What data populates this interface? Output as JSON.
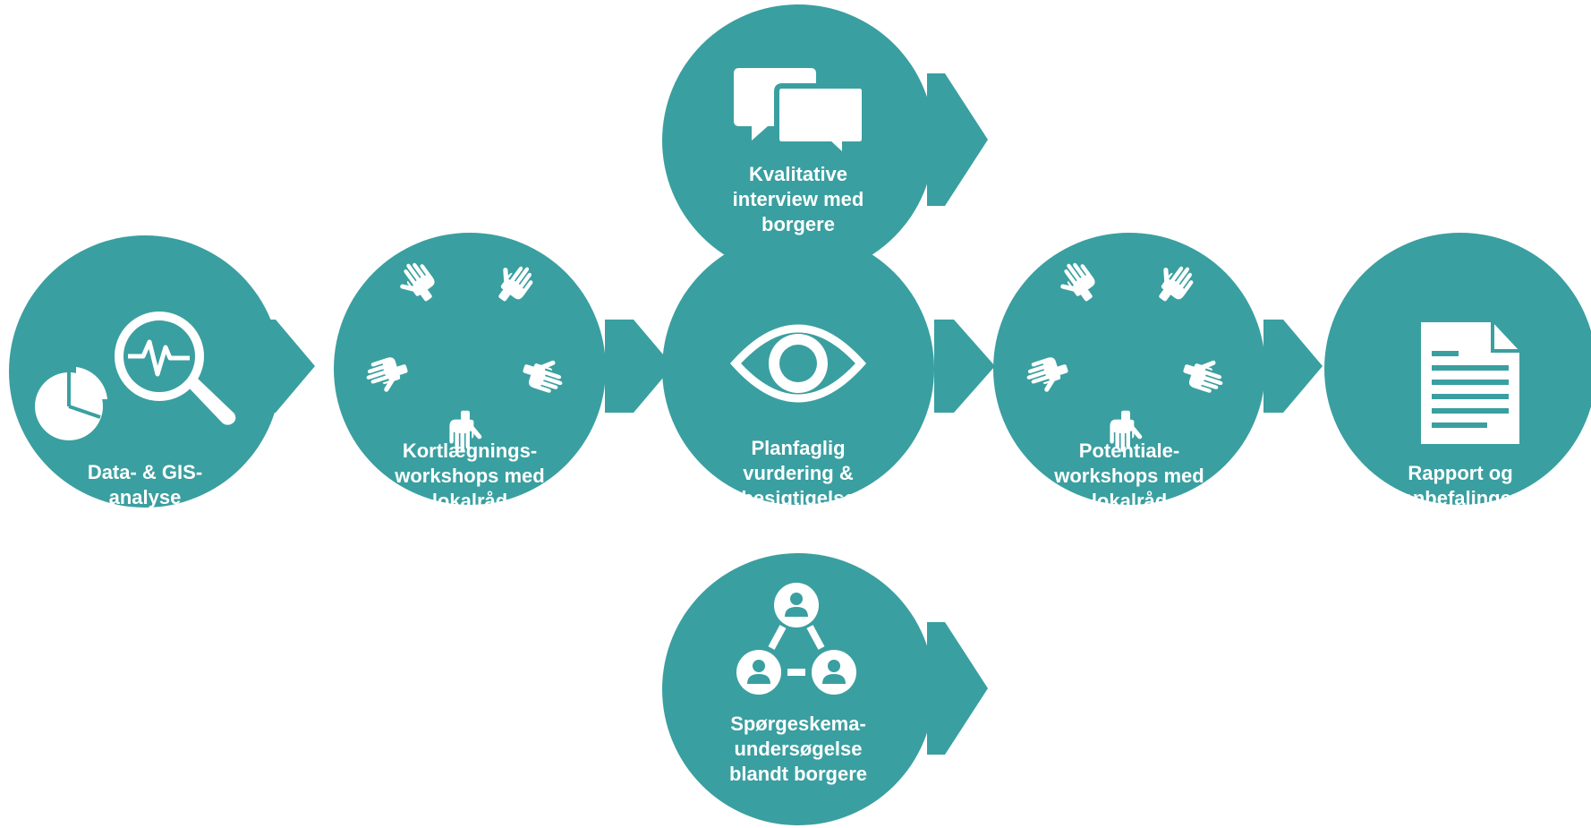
{
  "colors": {
    "node_fill": "#3a9fa0",
    "text": "#ffffff",
    "background": "#ffffff"
  },
  "nodes": {
    "data_gis": {
      "label": "Data- & GIS-\nanalyse",
      "icons": [
        "pie-chart-icon",
        "magnifier-pulse-icon"
      ]
    },
    "kortlaegning": {
      "label": "Kortlægnings-\nworkshops med\nlokalråd",
      "icons": [
        "hands-circle-icon"
      ]
    },
    "kvalitative": {
      "label": "Kvalitative\ninterview med\nborgere",
      "icons": [
        "speech-bubbles-icon"
      ]
    },
    "planfaglig": {
      "label": "Planfaglig\nvurdering &\nbesigtigelse",
      "icons": [
        "eye-icon"
      ]
    },
    "spoergeskema": {
      "label": "Spørgeskema-\nundersøgelse\nblandt borgere",
      "icons": [
        "people-network-icon"
      ]
    },
    "potentiale": {
      "label": "Potentiale-\nworkshops med\nlokalråd",
      "icons": [
        "hands-circle-icon"
      ]
    },
    "rapport": {
      "label": "Rapport og\nanbefalinger",
      "icons": [
        "document-icon"
      ]
    }
  }
}
